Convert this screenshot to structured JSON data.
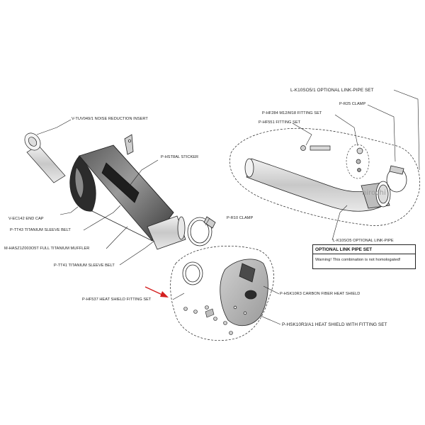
{
  "watermark": "hirochi",
  "labels": {
    "link_pipe_set": "L-K10SO5/1 OPTIONAL LINK-PIPE SET",
    "clamp_r25": "P-R25 CLAMP",
    "fitting_hf284": "P-HF284 M12/M18 FITTING SET",
    "fitting_hf551": "P-HF551 FITTING SET",
    "noise_insert": "V-TUV049/1  NOISE REDUCTION INSERT",
    "sticker": "P-HST8AL STICKER",
    "end_cap": "V-EC142 END CAP",
    "sleeve_belt_tt43": "P-TT43 TITANIUM SLEEVE BELT",
    "muffler": "M-HASZ1Z003O5T  FULL TITANIUM MUFFLER",
    "sleeve_belt_tt41": "P-TT41 TITANIUM SLEEVE BELT",
    "clamp_r10": "P-R10 CLAMP",
    "link_pipe": "L-K10SO5 OPTIONAL LINK-PIPE",
    "heat_shield_cf": "P-HSK10R3 CARBON FIBER HEAT SHIELD",
    "heat_shield_fitting": "P-HF537  HEAT SHIELD FITTING SET",
    "heat_shield_set": "P-HSK10R3/A1 HEAT SHIELD WITH FITTING SET"
  },
  "note": {
    "title": "OPTIONAL LINK PIPE SET",
    "text": "Warning! This combination is not homologated!"
  },
  "colors": {
    "line": "#222222",
    "pointer_arrow": "#d42020",
    "muffler_dark": "#3a3a3a",
    "muffler_mid": "#7a7a7a",
    "light_gray": "#dcdcdc",
    "watermark": "#9a9a9a"
  }
}
